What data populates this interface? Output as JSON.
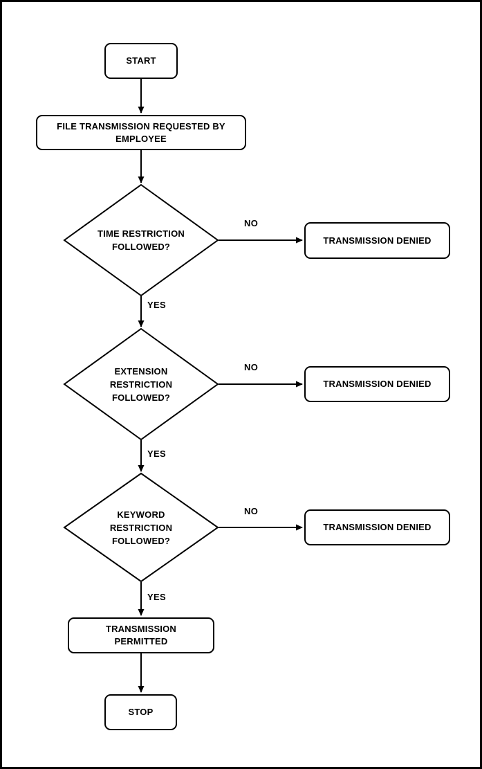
{
  "flowchart": {
    "nodes": [
      {
        "id": "start",
        "shape": "rounded-rect",
        "label": "START"
      },
      {
        "id": "request",
        "shape": "rounded-rect",
        "label": "FILE TRANSMISSION REQUESTED BY EMPLOYEE"
      },
      {
        "id": "decision-time",
        "shape": "diamond",
        "label": "TIME RESTRICTION FOLLOWED?"
      },
      {
        "id": "denied-time",
        "shape": "rounded-rect",
        "label": "TRANSMISSION DENIED"
      },
      {
        "id": "decision-extension",
        "shape": "diamond",
        "label": "EXTENSION RESTRICTION FOLLOWED?"
      },
      {
        "id": "denied-extension",
        "shape": "rounded-rect",
        "label": "TRANSMISSION DENIED"
      },
      {
        "id": "decision-keyword",
        "shape": "diamond",
        "label": "KEYWORD RESTRICTION FOLLOWED?"
      },
      {
        "id": "denied-keyword",
        "shape": "rounded-rect",
        "label": "TRANSMISSION DENIED"
      },
      {
        "id": "permitted",
        "shape": "rounded-rect",
        "label": "TRANSMISSION PERMITTED"
      },
      {
        "id": "stop",
        "shape": "rounded-rect",
        "label": "STOP"
      }
    ],
    "edge_labels": [
      {
        "id": "no-time",
        "text": "NO"
      },
      {
        "id": "yes-time",
        "text": "YES"
      },
      {
        "id": "no-extension",
        "text": "NO"
      },
      {
        "id": "yes-extension",
        "text": "YES"
      },
      {
        "id": "no-keyword",
        "text": "NO"
      },
      {
        "id": "yes-keyword",
        "text": "YES"
      }
    ],
    "colors": {
      "stroke": "#000000",
      "fill": "#ffffff",
      "text": "#000000",
      "page_border": "#000000",
      "background": "#ffffff"
    }
  }
}
